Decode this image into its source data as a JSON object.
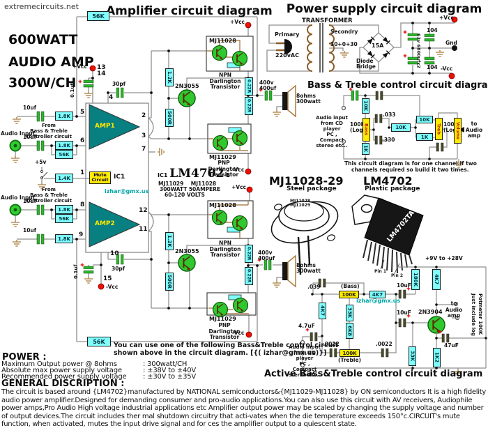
{
  "site": "extremecircuits.net",
  "headline": [
    "600WATT",
    "AUDIO AMP",
    "300W/CH"
  ],
  "common": {
    "vcc_plus": "+Vcc",
    "vcc_minus": "-Vcc",
    "gnd": "Gnd",
    "audio_input": "Audio Input",
    "from_bt": [
      "From",
      "Bass & Treble",
      "controller circuit"
    ],
    "cd_input": [
      "Audio input",
      "from CD player",
      "PC , Compact",
      "stereo etc.."
    ],
    "to_audio": [
      "to Audio",
      "amp"
    ],
    "npn": [
      "NPN Darlington",
      "Transistor"
    ],
    "pnp": [
      "PNP Darlington",
      "Transistor"
    ],
    "email": "izhar@gmx.us"
  },
  "amp": {
    "title": "Amplifier circuit diagram",
    "r56k": "56K",
    "r18k": "1.8K",
    "r14k": "1.4K",
    "r12k": "1.2K",
    "r500": "500R",
    "r022": "0.22R",
    "c10uf": "10uf",
    "c01uf": "0.1uf",
    "c30pf": "30pf",
    "c400": [
      "400v",
      "400uf"
    ],
    "spk": [
      "8ohms",
      "300watt"
    ],
    "q_driver": "2N3055",
    "mj28": "MJ11028",
    "mj29": "MJ11029",
    "plus5": "+5v",
    "amp1": "AMP1",
    "amp2": "AMP2",
    "mute": [
      "Mute",
      "Circuit"
    ],
    "ic1": "IC1",
    "ic": {
      "pre": "IC1",
      "name": "LM4702",
      "suf": "B",
      "sub1": "MJ11029    MJ11028",
      "sub2": "300WATT 50AMPERE",
      "sub3": "60-120 VOLTS"
    },
    "pins": {
      "n1": "1",
      "n2": "2",
      "n3": "3",
      "n4": "4",
      "n5": "5",
      "n6": "6",
      "n7": "7",
      "n8": "8",
      "n9": "9",
      "n10": "10",
      "n11": "11",
      "n12": "12",
      "n13": "13",
      "n14": "14",
      "n15": "15"
    },
    "note": [
      "You can use one of the following Bass&Treble control circuit",
      "shown above in the circuit diagram.    [{( izhar@gmx.us)}]"
    ]
  },
  "psu": {
    "title": "Power supply circuit diagram",
    "transformer": "TRANSFORMER",
    "primary": "Primary",
    "v220": "220vAC",
    "secondry": "Secondry",
    "taps": "30+0+30",
    "bridge_amps": "15A",
    "bridge": [
      "Diode",
      "Bridge"
    ],
    "cap_main": "63v 6800ufx2",
    "cap104": "104"
  },
  "bt1": {
    "title": "Bass & Treble control circuit diagram",
    "pot_val": "100K",
    "pot_log": "(Log)",
    "bass": "Bass",
    "treb": "Treb",
    "volume": "Volume",
    "r10k": "10K",
    "r1k": "1K",
    "c033": ".033",
    "c330": ".330",
    "note": [
      "This circuit diagram is for one channel.If two",
      "channels required so build it two times."
    ]
  },
  "pkg": {
    "mj_title": "MJ11028-29",
    "mj_sub": "Steel package",
    "mj_line1": "MJ11028",
    "mj_line2": "MJ11029",
    "lm_title": "LM4702",
    "lm_sub": "Plastic package",
    "lm_chip": "LM4702TA",
    "pin1": "Pin 1",
    "pin2": "Pin 2"
  },
  "bt2": {
    "title": "Active Bass&Treble control circuit diagram",
    "c039": ".039",
    "bass_tag": "(Bass)",
    "treble_tag": "(Treble)",
    "pot": "100K",
    "r4k7": "4K7",
    "r33k": "33K",
    "r6k8": "6K8",
    "r180k": "180K",
    "r1k2": "1K2",
    "c47u_small": "4.7uF",
    "c10uF": "10uF",
    "c47uF": "47uF",
    "c0022": ".0022",
    "rail": "+9V to +28V",
    "q": "2N3904",
    "note_v": [
      "Just include log",
      "Potmeter 100K"
    ]
  },
  "power": {
    "title": "POWER :",
    "rows": [
      {
        "label": "Maximum Output power @ 8ohms",
        "value": ":  300watt/CH"
      },
      {
        "label": "Absolute max power supply voltage",
        "value": ": ±38V to ±40V"
      },
      {
        "label": "Recommended power supply voltage",
        "value": ": ±30V to ±35V"
      }
    ]
  },
  "desc": {
    "title": "GENERAL DISCRIPTION :",
    "text": "The circuit is based around {LM4702}manufactured by NATIONAL semiconductors&{MJ11029-MJ11028} by ON semiconductors It is a high fidelity audio power amplifier.Designed for demanding consumer and pro-audio applications.You can also use this circuit with AV receivers, Audiophile power amps,Pro Audio High voltage industrial applications etc Amplifier output power may be scaled by changing the supply voltage and number of output devices.The circuit includes ther mal shutdown circuitry that acti-vates when the die temperature exceeds 150°c.CIRCUIT's mute function, when activated, mutes the input drive signal and for ces the amplifier output to a quiescent state."
  }
}
